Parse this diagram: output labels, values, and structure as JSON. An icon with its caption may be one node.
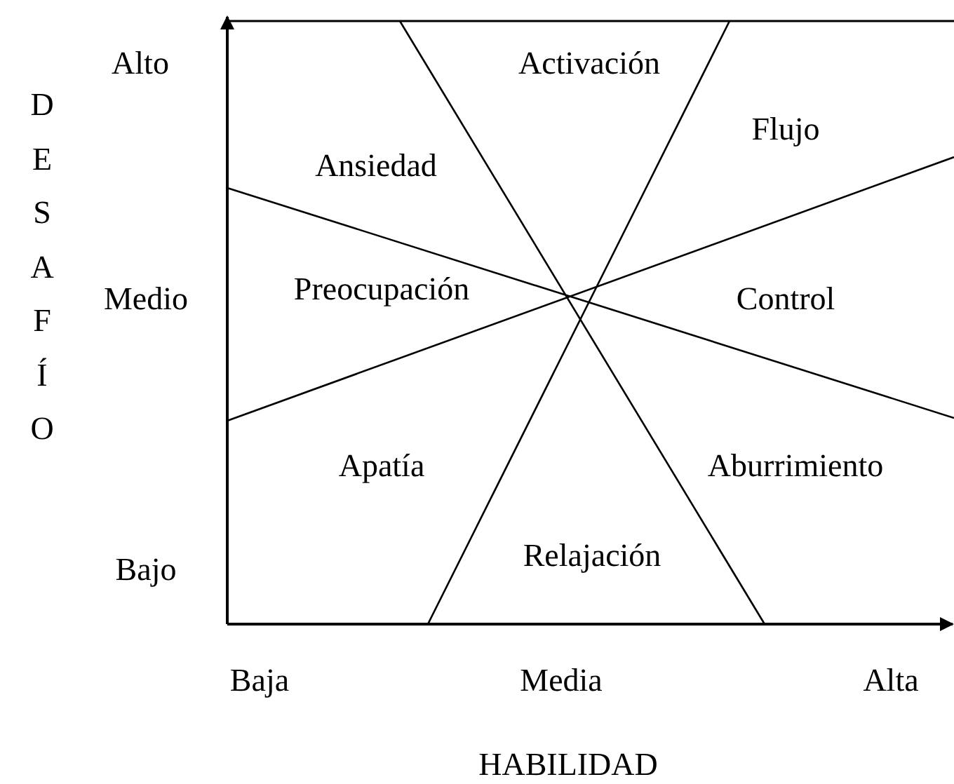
{
  "diagram": {
    "labels": [
      "Alto",
      "Activación",
      "Flujo",
      "Ansiedad",
      "DESAFÍO",
      "Medio",
      "Preocupación",
      "Control",
      "Apatía",
      "Aburrimiento",
      "Relajación",
      "Bajo",
      "Baja",
      "Media",
      "Alta",
      "HABILIDAD"
    ]
  }
}
